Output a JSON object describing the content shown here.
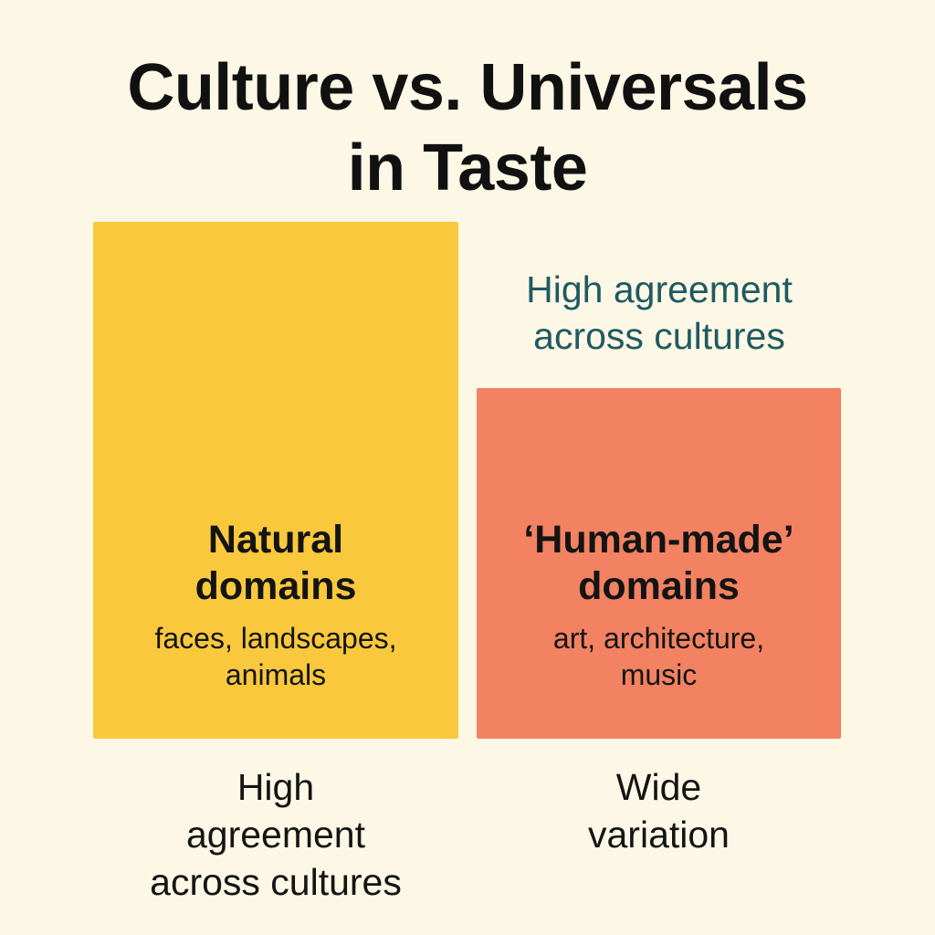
{
  "title": {
    "line1": "Culture vs. Universals",
    "line2": "in Taste"
  },
  "natural": {
    "heading_line1": "Natural",
    "heading_line2": "domains",
    "examples_line1": "faces, landscapes,",
    "examples_line2": "animals",
    "color": "#f9c83c",
    "caption_line1": "High",
    "caption_line2": "agreement",
    "caption_line3": "across cultures"
  },
  "human_made": {
    "heading_line1": "‘Human-made’",
    "heading_line2": "domains",
    "examples_line1": "art, architecture,",
    "examples_line2": "music",
    "color": "#f28262",
    "callout_line1": "High agreement",
    "callout_line2": "across cultures",
    "callout_color": "#1f5a62",
    "caption_line1": "Wide",
    "caption_line2": "variation"
  }
}
